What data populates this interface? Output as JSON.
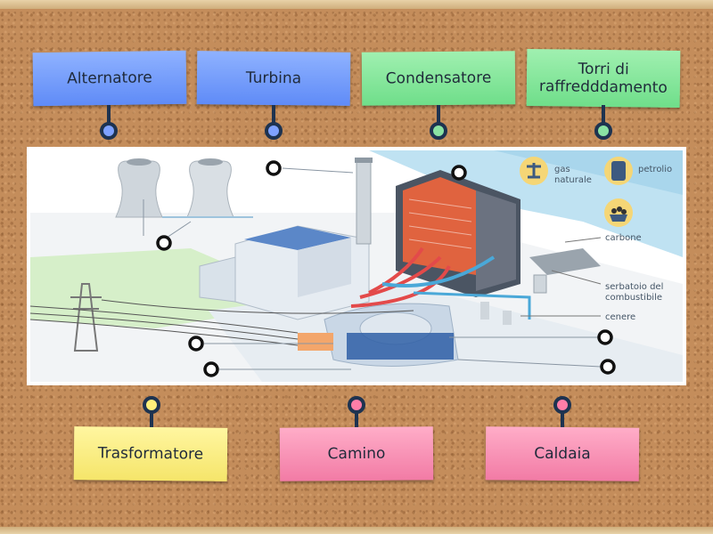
{
  "labels": {
    "top": [
      {
        "text": "Alternatore",
        "color": "#6d96fa"
      },
      {
        "text": "Turbina",
        "color": "#6d96fa"
      },
      {
        "text": "Condensatore",
        "color": "#7fe69a"
      },
      {
        "text": "Torri di raffredddamento",
        "color": "#7fe69a"
      }
    ],
    "bottom": [
      {
        "text": "Trasformatore",
        "color": "#f7ea78"
      },
      {
        "text": "Camino",
        "color": "#f58cb0"
      },
      {
        "text": "Caldaia",
        "color": "#f58cb0"
      }
    ]
  },
  "diagram": {
    "legend": {
      "gas": "gas naturale",
      "petrolio": "petrolio",
      "carbone": "carbone",
      "serbatoio": "serbatoio del combustibile",
      "cenere": "cenere"
    }
  },
  "pin_colors": {
    "blue": "#7fa2ff",
    "green": "#8ae3a3",
    "yellow": "#fff07a",
    "pink": "#ff7ea8",
    "stem": "#1e3350"
  }
}
